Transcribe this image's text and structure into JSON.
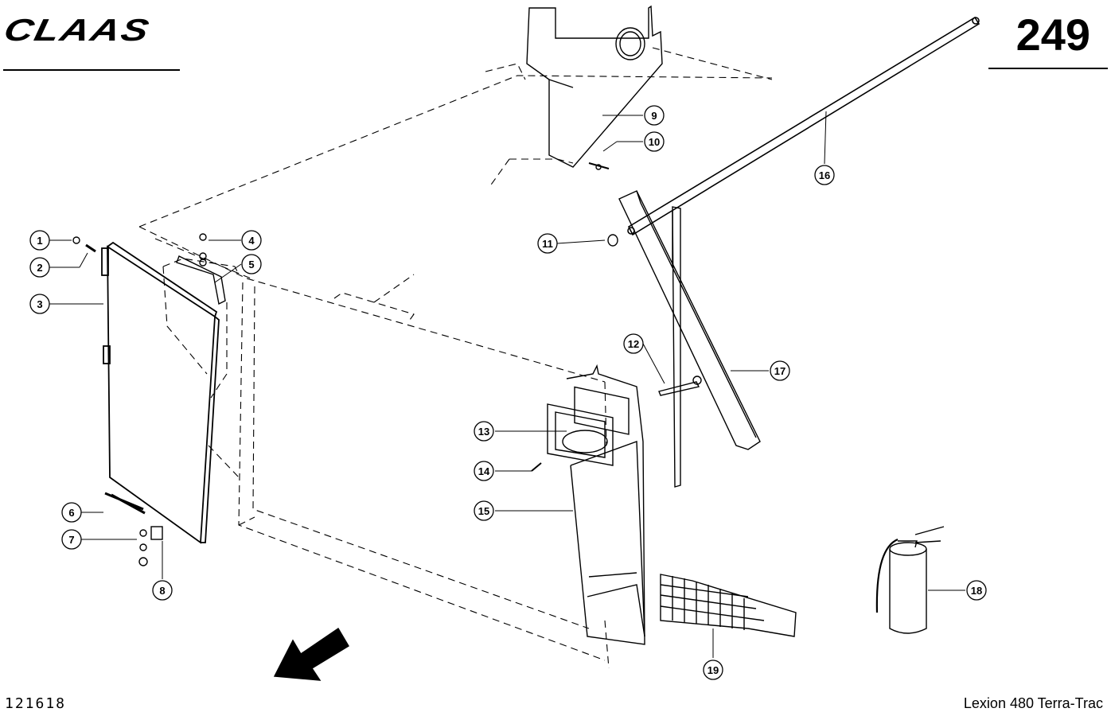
{
  "header": {
    "brand": "CLAAS",
    "page_number": "249"
  },
  "footer": {
    "drawing_number": "121618",
    "model": "Lexion 480 Terra-Trac"
  },
  "callouts": [
    {
      "id": "1",
      "label": "1"
    },
    {
      "id": "2",
      "label": "2"
    },
    {
      "id": "3",
      "label": "3"
    },
    {
      "id": "4",
      "label": "4"
    },
    {
      "id": "5",
      "label": "5"
    },
    {
      "id": "6",
      "label": "6"
    },
    {
      "id": "7",
      "label": "7"
    },
    {
      "id": "8",
      "label": "8"
    },
    {
      "id": "9",
      "label": "9"
    },
    {
      "id": "10",
      "label": "10"
    },
    {
      "id": "11",
      "label": "11"
    },
    {
      "id": "12",
      "label": "12"
    },
    {
      "id": "13",
      "label": "13"
    },
    {
      "id": "14",
      "label": "14"
    },
    {
      "id": "15",
      "label": "15"
    },
    {
      "id": "16",
      "label": "16"
    },
    {
      "id": "17",
      "label": "17"
    },
    {
      "id": "18",
      "label": "18"
    },
    {
      "id": "19",
      "label": "19"
    }
  ],
  "icons": {
    "direction_arrow": "arrow-down-left-icon"
  }
}
